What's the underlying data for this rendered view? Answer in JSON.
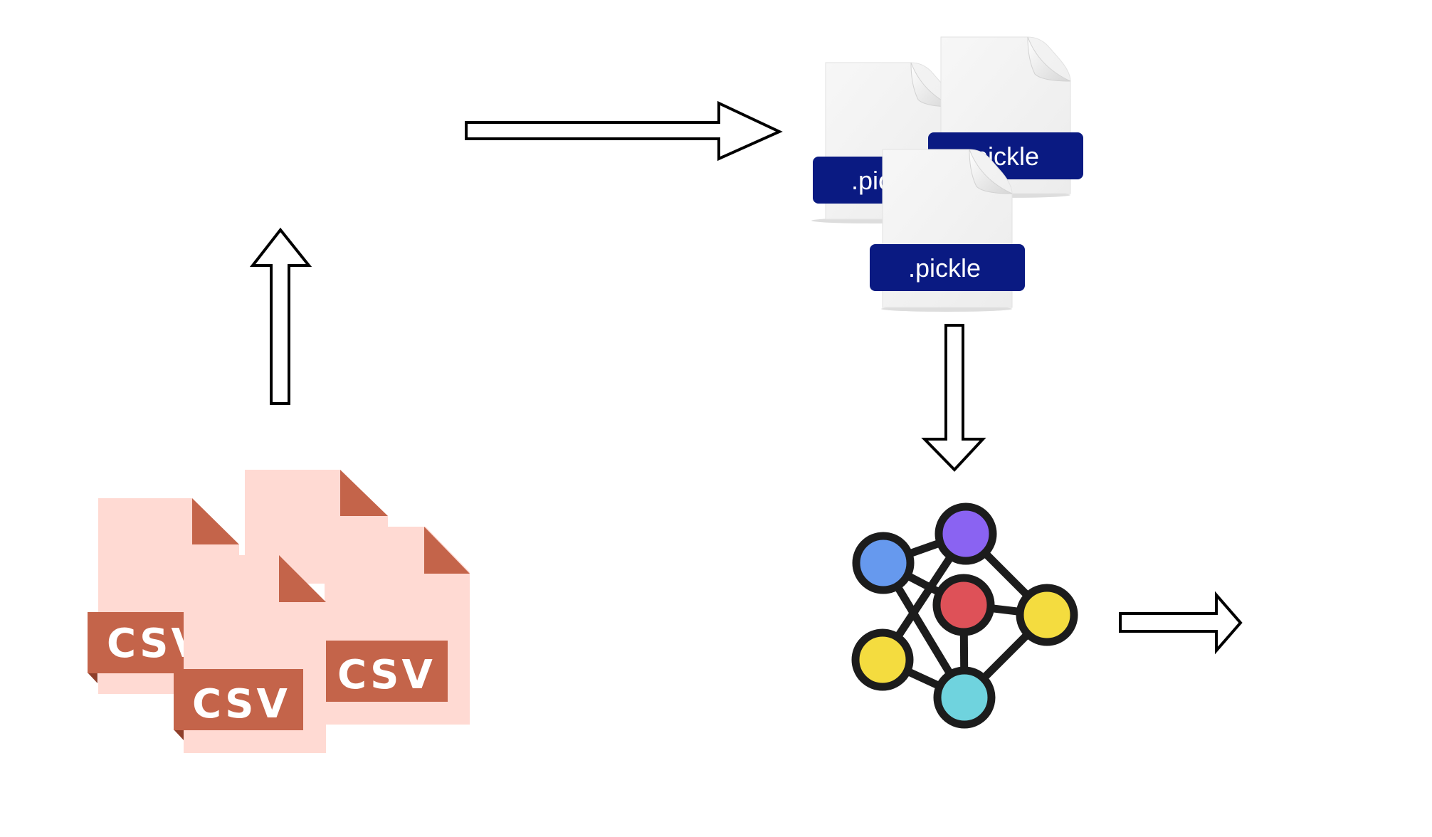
{
  "csv_files": [
    {
      "id": "csv-file-1",
      "label": "CSV"
    },
    {
      "id": "csv-file-2",
      "label": "CSV"
    },
    {
      "id": "csv-file-3",
      "label": "CSV"
    }
  ],
  "pickle_files": [
    {
      "id": "pickle-file-1",
      "label": ".pickle"
    },
    {
      "id": "pickle-file-2",
      "label": ".pickle"
    },
    {
      "id": "pickle-file-3",
      "label": ".pickle"
    }
  ],
  "colors": {
    "csv_page": "#ffdad3",
    "csv_fold": "#c4644a",
    "csv_band": "#c4644a",
    "pickle_page": "#f2f2f2",
    "pickle_band": "#0a1a82",
    "node_blue": "#6699ee",
    "node_purple": "#8a63f2",
    "node_red": "#de5158",
    "node_yellow": "#f4dc3f",
    "node_cyan": "#6fd3de",
    "stroke": "#1c1c1c"
  },
  "network": {
    "nodes": [
      {
        "id": "n1",
        "color": "node_blue"
      },
      {
        "id": "n2",
        "color": "node_purple"
      },
      {
        "id": "n3",
        "color": "node_red"
      },
      {
        "id": "n4",
        "color": "node_yellow"
      },
      {
        "id": "n5",
        "color": "node_yellow"
      },
      {
        "id": "n6",
        "color": "node_cyan"
      }
    ],
    "edges": [
      [
        "n1",
        "n2"
      ],
      [
        "n1",
        "n3"
      ],
      [
        "n1",
        "n6"
      ],
      [
        "n2",
        "n4"
      ],
      [
        "n2",
        "n5"
      ],
      [
        "n3",
        "n4"
      ],
      [
        "n3",
        "n6"
      ],
      [
        "n4",
        "n6"
      ],
      [
        "n5",
        "n6"
      ]
    ]
  },
  "arrows": [
    {
      "id": "arrow-up",
      "direction": "up"
    },
    {
      "id": "arrow-right-top",
      "direction": "right"
    },
    {
      "id": "arrow-down",
      "direction": "down"
    },
    {
      "id": "arrow-right-bottom",
      "direction": "right"
    }
  ]
}
